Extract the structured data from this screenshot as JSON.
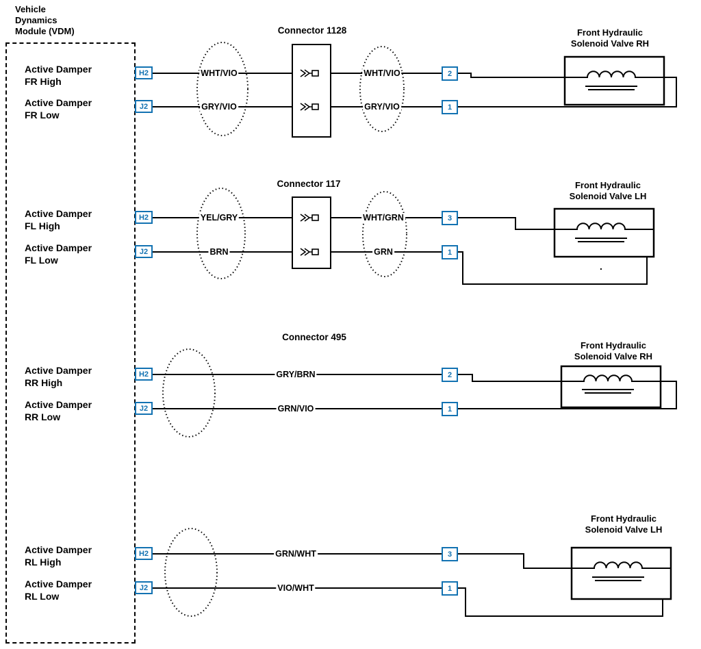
{
  "module": {
    "title_lines": [
      "Vehicle",
      "Dynamics",
      "Module (VDM)"
    ]
  },
  "sections": [
    {
      "connector_label": "Connector 1128",
      "valve_label": [
        "Front Hydraulic",
        "Solenoid Valve RH"
      ],
      "rows": [
        {
          "signal": [
            "Active Damper",
            "FR High"
          ],
          "vdm_pin": "H2",
          "wire_left": "WHT/VIO",
          "wire_right": "WHT/VIO",
          "valve_pin": "2"
        },
        {
          "signal": [
            "Active Damper",
            "FR Low"
          ],
          "vdm_pin": "J2",
          "wire_left": "GRY/VIO",
          "wire_right": "GRY/VIO",
          "valve_pin": "1"
        }
      ]
    },
    {
      "connector_label": "Connector 117",
      "valve_label": [
        "Front Hydraulic",
        "Solenoid Valve LH"
      ],
      "note_dot": ".",
      "rows": [
        {
          "signal": [
            "Active Damper",
            "FL High"
          ],
          "vdm_pin": "H2",
          "wire_left": "YEL/GRY",
          "wire_right": "WHT/GRN",
          "valve_pin": "3"
        },
        {
          "signal": [
            "Active Damper",
            "FL Low"
          ],
          "vdm_pin": "J2",
          "wire_left": "BRN",
          "wire_right": "GRN",
          "valve_pin": "1"
        }
      ]
    },
    {
      "connector_label": "Connector 495",
      "valve_label": [
        "Front Hydraulic",
        "Solenoid Valve RH"
      ],
      "rows": [
        {
          "signal": [
            "Active Damper",
            "RR High"
          ],
          "vdm_pin": "H2",
          "wire": "GRY/BRN",
          "valve_pin": "2"
        },
        {
          "signal": [
            "Active Damper",
            "RR Low"
          ],
          "vdm_pin": "J2",
          "wire": "GRN/VIO",
          "valve_pin": "1"
        }
      ]
    },
    {
      "connector_label": "",
      "valve_label": [
        "Front Hydraulic",
        "Solenoid Valve LH"
      ],
      "rows": [
        {
          "signal": [
            "Active Damper",
            "RL High"
          ],
          "vdm_pin": "H2",
          "wire": "GRN/WHT",
          "valve_pin": "3"
        },
        {
          "signal": [
            "Active Damper",
            "RL Low"
          ],
          "vdm_pin": "J2",
          "wire": "VIO/WHT",
          "valve_pin": "1"
        }
      ]
    }
  ],
  "colors": {
    "wire": "#000000",
    "pin_box": "#1272b2"
  }
}
